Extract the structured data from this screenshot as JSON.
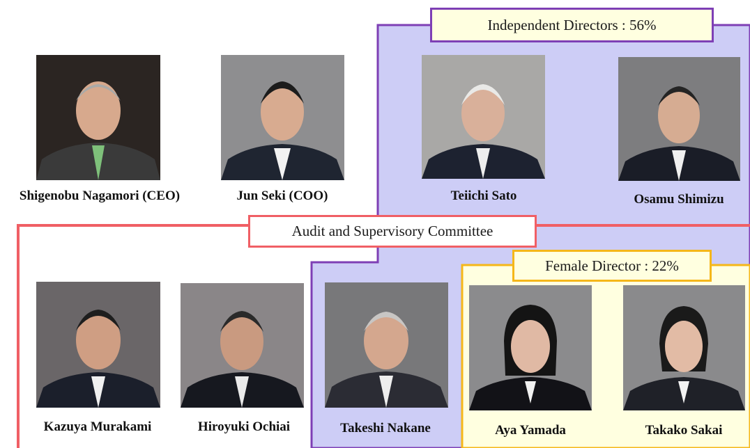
{
  "groups": {
    "independent_label": "Independent Directors : 56%",
    "audit_label": "Audit and Supervisory Committee",
    "female_label": "Female Director : 22%"
  },
  "directors": [
    {
      "name": "Shigenobu Nagamori (CEO)"
    },
    {
      "name": "Jun Seki (COO)"
    },
    {
      "name": "Teiichi Sato"
    },
    {
      "name": "Osamu Shimizu"
    },
    {
      "name": "Kazuya Murakami"
    },
    {
      "name": "Hiroyuki Ochiai"
    },
    {
      "name": "Takeshi Nakane"
    },
    {
      "name": "Aya Yamada"
    },
    {
      "name": "Takako Sakai"
    }
  ],
  "colors": {
    "independent_fill": "#cdcdf6",
    "independent_border": "#7e3fb5",
    "audit_border": "#f05f65",
    "female_fill": "#ffffe0",
    "female_border": "#f5b719"
  }
}
